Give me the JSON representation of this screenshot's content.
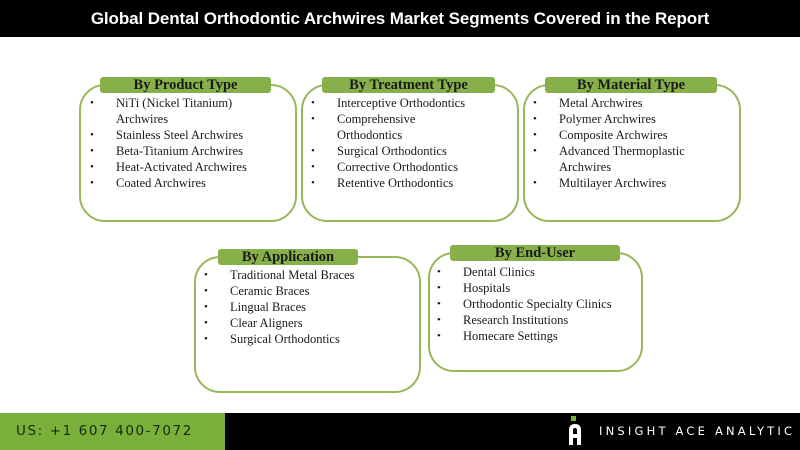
{
  "header": {
    "title": "Global Dental Orthodontic Archwires Market Segments Covered in the Report"
  },
  "segments": [
    {
      "title": "By Product Type",
      "items": [
        "NiTi (Nickel Titanium) Archwires",
        "Stainless Steel Archwires",
        "Beta-Titanium Archwires",
        "Heat-Activated Archwires",
        "Coated Archwires"
      ]
    },
    {
      "title": "By Treatment Type",
      "items": [
        "Interceptive Orthodontics",
        "Comprehensive Orthodontics",
        "Surgical Orthodontics",
        "Corrective Orthodontics",
        "Retentive Orthodontics"
      ]
    },
    {
      "title": "By Material Type",
      "items": [
        "Metal Archwires",
        "Polymer Archwires",
        "Composite Archwires",
        "Advanced Thermoplastic Archwires",
        "Multilayer Archwires"
      ]
    },
    {
      "title": "By Application",
      "items": [
        "Traditional Metal Braces",
        "Ceramic Braces",
        "Lingual Braces",
        "Clear Aligners",
        "Surgical Orthodontics"
      ]
    },
    {
      "title": "By End-User",
      "items": [
        "Dental Clinics",
        "Hospitals",
        "Orthodontic Specialty Clinics",
        "Research Institutions",
        "Homecare Settings"
      ]
    }
  ],
  "footer": {
    "phone": "US: +1 607 400-7072",
    "brand": "INSIGHT ACE ANALYTIC",
    "logo_icon": "insight-ace-logo-icon"
  },
  "colors": {
    "header_bg": "#000000",
    "box_border": "#98b75a",
    "tab_bg": "#87b04a",
    "footer_green": "#78b03b",
    "footer_black": "#000000"
  }
}
